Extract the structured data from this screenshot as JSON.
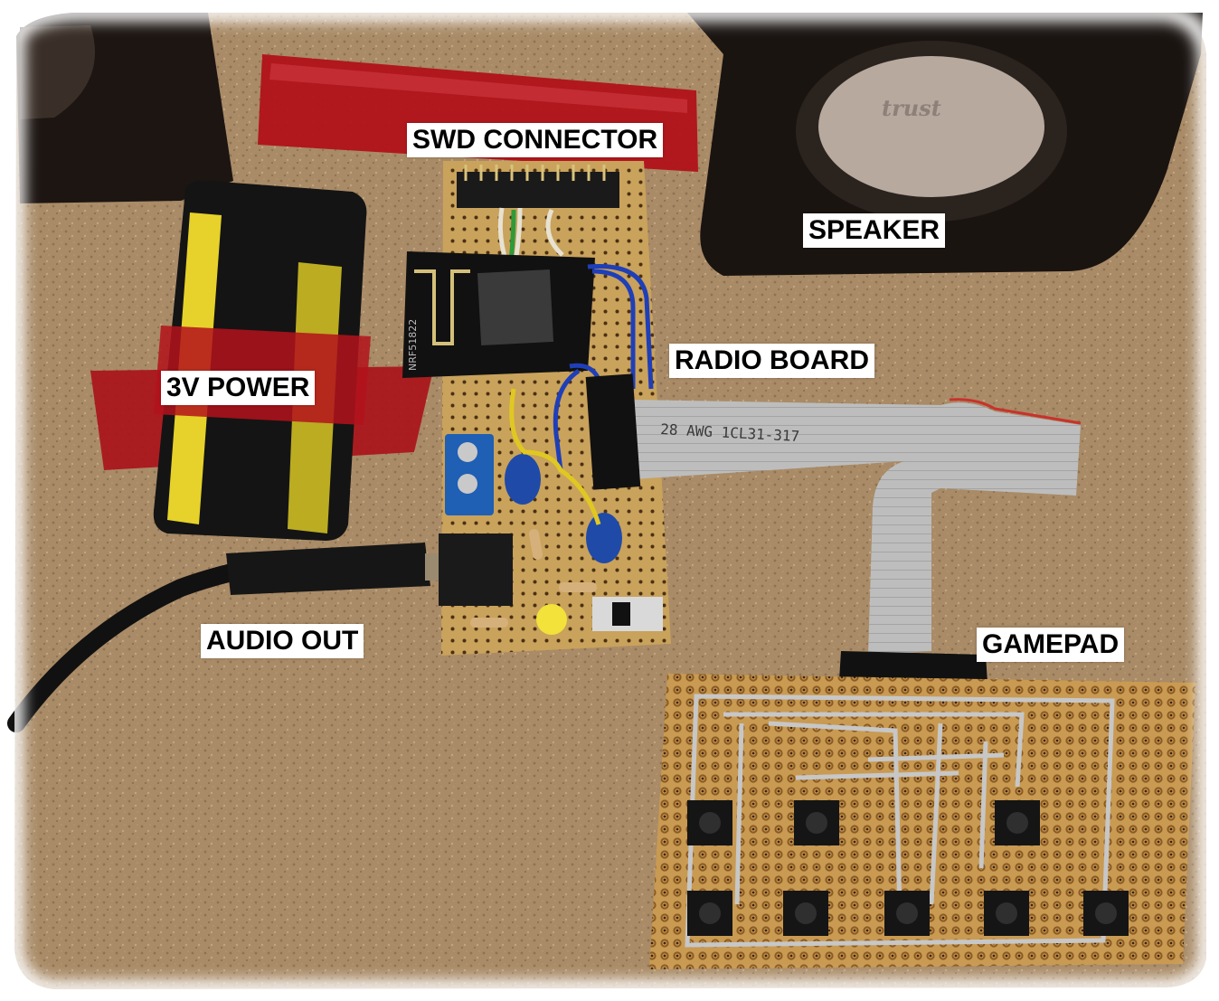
{
  "labels": {
    "swd_connector": "SWD CONNECTOR",
    "speaker": "SPEAKER",
    "radio_board": "RADIO BOARD",
    "power": "3V POWER",
    "audio_out": "AUDIO OUT",
    "gamepad": "GAMEPAD"
  },
  "board_markings": {
    "radio_chip": "NRF51822",
    "cable_print": "28 AWG   1CL31-317",
    "speaker_brand": "trust"
  },
  "colors": {
    "table": "#a88a66",
    "stripboard": "#c9a25c",
    "ribbon_cable": "#bdbdbd",
    "tape": "#b0121a",
    "battery_yellow": "#e6d22a",
    "led": "#f2e23a",
    "terminal_block": "#1f5fb4",
    "label_bg": "#ffffff"
  }
}
